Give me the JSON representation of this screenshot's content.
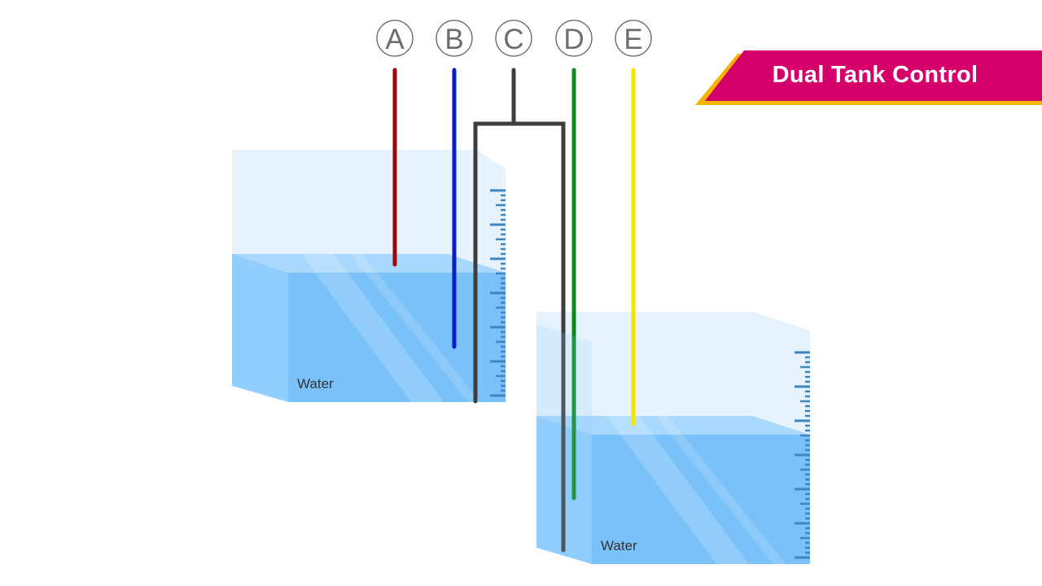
{
  "title": "Dual Tank Control",
  "tanks": [
    {
      "label": "Water"
    },
    {
      "label": "Water"
    }
  ],
  "probes": [
    {
      "label": "A",
      "color": "#9b0a0a"
    },
    {
      "label": "B",
      "color": "#0a1fc8"
    },
    {
      "label": "C",
      "color": "#3d3d3d"
    },
    {
      "label": "D",
      "color": "#0c8a1a"
    },
    {
      "label": "E",
      "color": "#f2e600"
    }
  ],
  "colors": {
    "badge": "#d6006b",
    "badge_accent": "#f5b400",
    "water": "#7cc2f8",
    "tank_air": "#e6f3fd",
    "scale": "#3f86c0"
  }
}
